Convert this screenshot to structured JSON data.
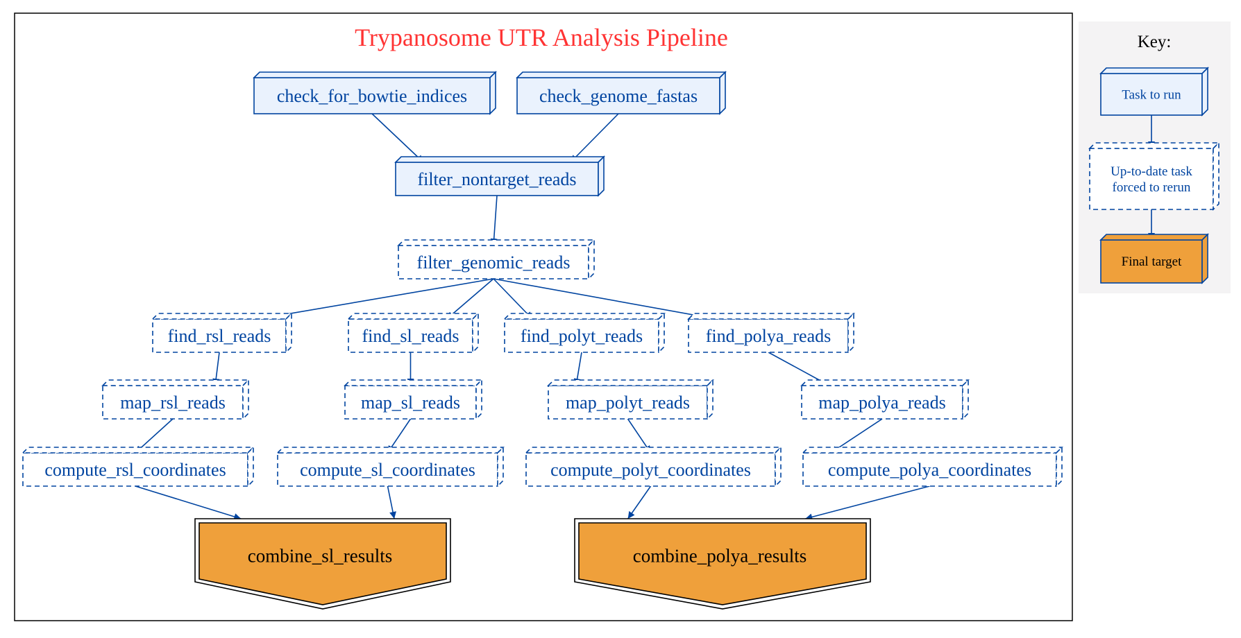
{
  "main_graph": {
    "title": "Trypanosome UTR Analysis Pipeline",
    "title_color": "#ff3333",
    "tasks": [
      {
        "id": "check_for_bowtie_indices",
        "label": "check_for_bowtie_indices",
        "status": "task-to-run"
      },
      {
        "id": "check_genome_fastas",
        "label": "check_genome_fastas",
        "status": "task-to-run"
      },
      {
        "id": "filter_nontarget_reads",
        "label": "filter_nontarget_reads",
        "status": "task-to-run"
      },
      {
        "id": "filter_genomic_reads",
        "label": "filter_genomic_reads",
        "status": "forced"
      },
      {
        "id": "find_rsl_reads",
        "label": "find_rsl_reads",
        "status": "forced"
      },
      {
        "id": "find_sl_reads",
        "label": "find_sl_reads",
        "status": "forced"
      },
      {
        "id": "find_polyt_reads",
        "label": "find_polyt_reads",
        "status": "forced"
      },
      {
        "id": "find_polya_reads",
        "label": "find_polya_reads",
        "status": "forced"
      },
      {
        "id": "map_rsl_reads",
        "label": "map_rsl_reads",
        "status": "forced"
      },
      {
        "id": "map_sl_reads",
        "label": "map_sl_reads",
        "status": "forced"
      },
      {
        "id": "map_polyt_reads",
        "label": "map_polyt_reads",
        "status": "forced"
      },
      {
        "id": "map_polya_reads",
        "label": "map_polya_reads",
        "status": "forced"
      },
      {
        "id": "compute_rsl_coordinates",
        "label": "compute_rsl_coordinates",
        "status": "forced"
      },
      {
        "id": "compute_sl_coordinates",
        "label": "compute_sl_coordinates",
        "status": "forced"
      },
      {
        "id": "compute_polyt_coordinates",
        "label": "compute_polyt_coordinates",
        "status": "forced"
      },
      {
        "id": "compute_polya_coordinates",
        "label": "compute_polya_coordinates",
        "status": "forced"
      },
      {
        "id": "combine_sl_results",
        "label": "combine_sl_results",
        "status": "final-target"
      },
      {
        "id": "combine_polya_results",
        "label": "combine_polya_results",
        "status": "final-target"
      }
    ],
    "edges": [
      [
        "check_for_bowtie_indices",
        "filter_nontarget_reads"
      ],
      [
        "check_genome_fastas",
        "filter_nontarget_reads"
      ],
      [
        "filter_nontarget_reads",
        "filter_genomic_reads"
      ],
      [
        "filter_genomic_reads",
        "find_rsl_reads"
      ],
      [
        "filter_genomic_reads",
        "find_sl_reads"
      ],
      [
        "filter_genomic_reads",
        "find_polyt_reads"
      ],
      [
        "filter_genomic_reads",
        "find_polya_reads"
      ],
      [
        "find_rsl_reads",
        "map_rsl_reads"
      ],
      [
        "find_sl_reads",
        "map_sl_reads"
      ],
      [
        "find_polyt_reads",
        "map_polyt_reads"
      ],
      [
        "find_polya_reads",
        "map_polya_reads"
      ],
      [
        "map_rsl_reads",
        "compute_rsl_coordinates"
      ],
      [
        "map_sl_reads",
        "compute_sl_coordinates"
      ],
      [
        "map_polyt_reads",
        "compute_polyt_coordinates"
      ],
      [
        "map_polya_reads",
        "compute_polya_coordinates"
      ],
      [
        "compute_rsl_coordinates",
        "combine_sl_results"
      ],
      [
        "compute_sl_coordinates",
        "combine_sl_results"
      ],
      [
        "compute_polyt_coordinates",
        "combine_polya_results"
      ],
      [
        "compute_polya_coordinates",
        "combine_polya_results"
      ]
    ]
  },
  "key": {
    "title": "Key:",
    "items": [
      {
        "id": "key-task-to-run",
        "label": "Task to run",
        "status": "task-to-run"
      },
      {
        "id": "key-forced",
        "label_lines": [
          "Up-to-date task",
          "forced to rerun"
        ],
        "status": "forced"
      },
      {
        "id": "key-final-target",
        "label": "Final target",
        "status": "final-target"
      }
    ],
    "edges": [
      [
        "key-task-to-run",
        "key-forced"
      ],
      [
        "key-forced",
        "key-final-target"
      ]
    ]
  },
  "colors": {
    "node_stroke": "#0044a0",
    "node_text": "#0044a0",
    "task_to_run_fill": "#eaf2fd",
    "final_target_fill": "#efa03b",
    "final_target_text": "#000000",
    "edge": "#0044a0",
    "key_background": "#f4f3f4",
    "frame": "#000000"
  }
}
